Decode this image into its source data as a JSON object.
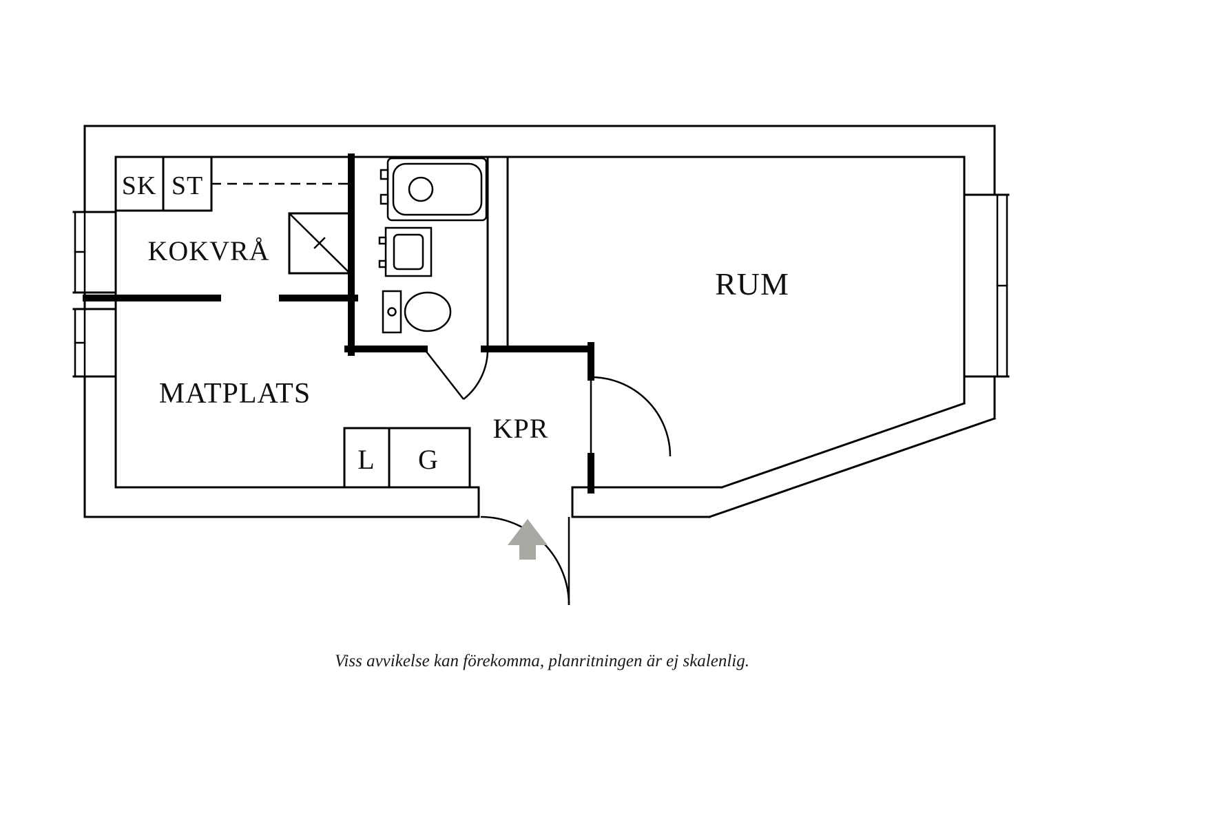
{
  "floorplan": {
    "labels": {
      "sk": "SK",
      "st": "ST",
      "kokvra": "KOKVRÅ",
      "matplats": "MATPLATS",
      "kpr": "KPR",
      "rum": "RUM",
      "l": "L",
      "g": "G"
    },
    "caption": "Viss avvikelse kan förekomma, planritningen är ej skalenlig.",
    "colors": {
      "wall": "#000000",
      "background": "#ffffff",
      "arrow": "#a9a9a4"
    }
  }
}
